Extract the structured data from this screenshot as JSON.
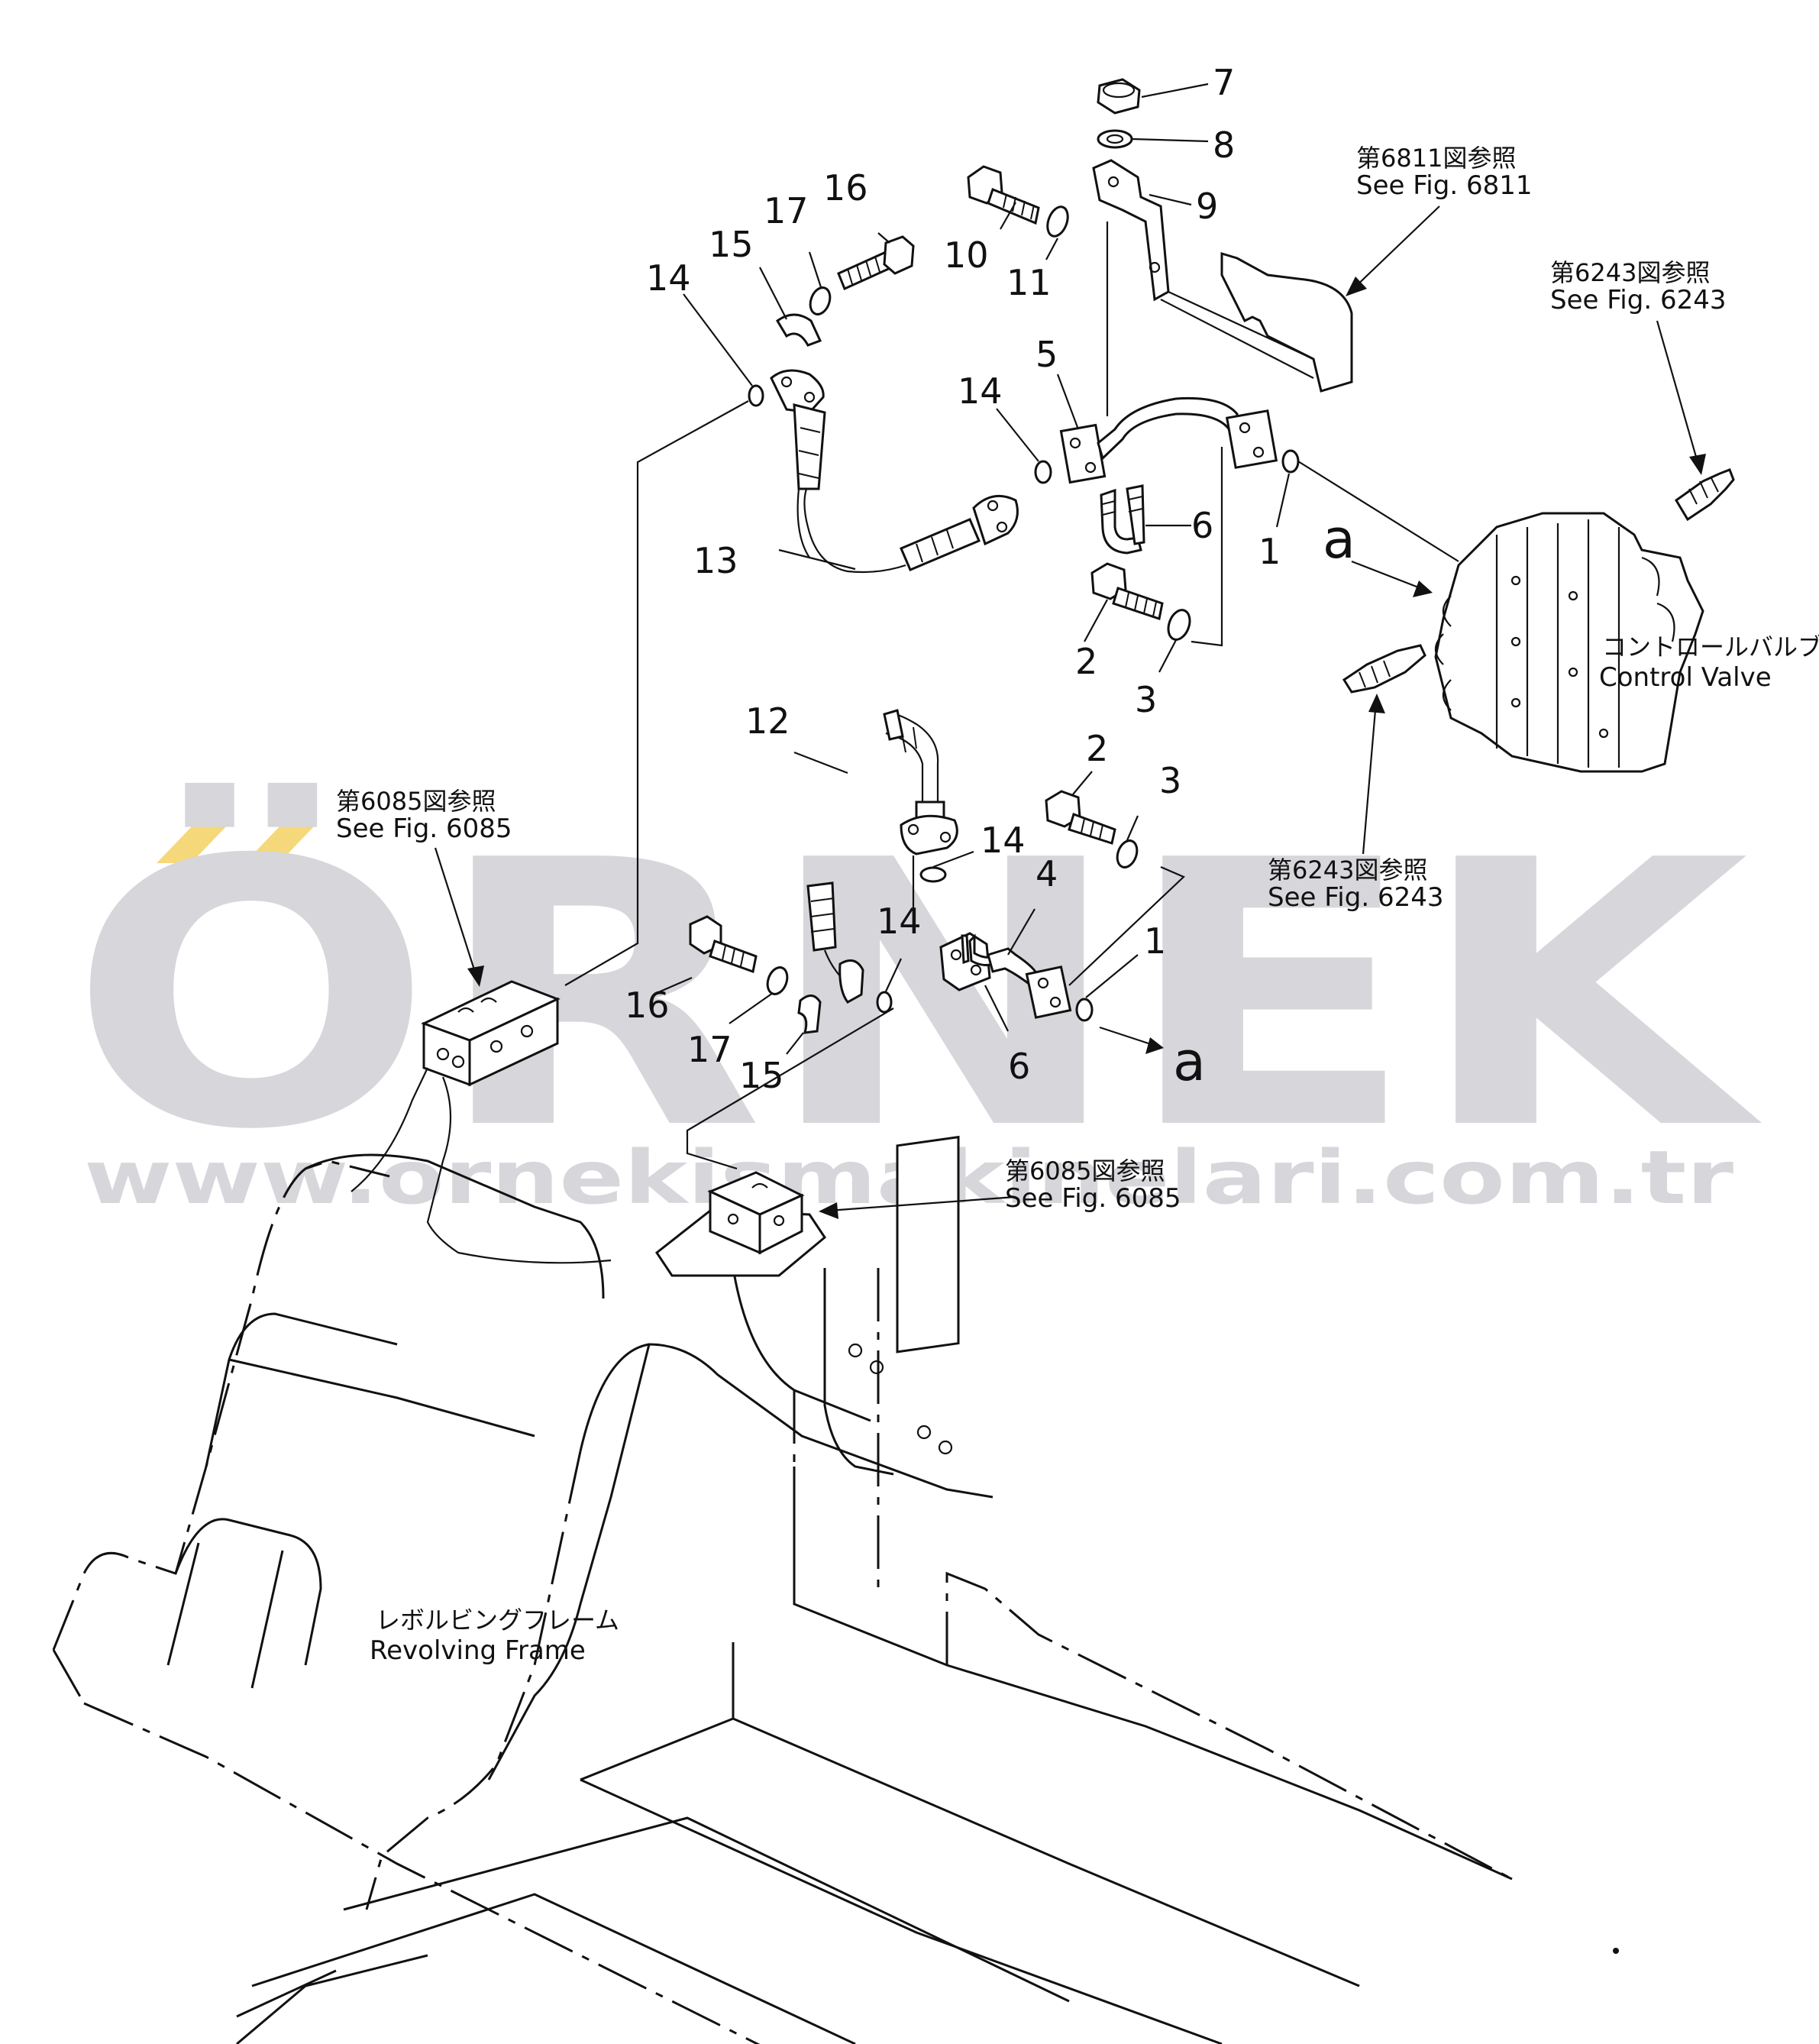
{
  "watermark": {
    "brand": "ÖRNEK",
    "url": "www.ornekismakinelari.com.tr",
    "accent_color": "#f5d87a",
    "text_color": "#d6d6db"
  },
  "part_numbers": [
    "1",
    "2",
    "3",
    "4",
    "5",
    "6",
    "7",
    "8",
    "9",
    "10",
    "11",
    "12",
    "13",
    "14",
    "15",
    "16",
    "17"
  ],
  "callouts": {
    "n7": "7",
    "n8": "8",
    "n9": "9",
    "n10": "10",
    "n11": "11",
    "n16a": "16",
    "n17a": "17",
    "n15a": "15",
    "n14a": "14",
    "n5": "5",
    "n14b": "14",
    "n6a": "6",
    "n1a": "1",
    "n13": "13",
    "n2a": "2",
    "n3a": "3",
    "n12": "12",
    "n2b": "2",
    "n3b": "3",
    "n14c": "14",
    "n4": "4",
    "n14d": "14",
    "n1b": "1",
    "n16b": "16",
    "n17b": "17",
    "n15b": "15",
    "n6b": "6"
  },
  "letters": {
    "a_top": "a",
    "a_bottom": "a"
  },
  "references": {
    "fig6811_jp": "第6811図参照",
    "fig6811_en": "See  Fig. 6811",
    "fig6243a_jp": "第6243図参照",
    "fig6243a_en": "See  Fig.  6243",
    "fig6243b_jp": "第6243図参照",
    "fig6243b_en": "See   Fig.   6243",
    "fig6085a_jp": "第6085図参照",
    "fig6085a_en": "See   Fig.   6085",
    "fig6085b_jp": "第6085図参照",
    "fig6085b_en": "See   Fig.  6085"
  },
  "labels": {
    "control_valve_jp": "コントロールバルブ",
    "control_valve_en": "Control   Valve",
    "revolving_frame_jp": "レボルビングフレーム",
    "revolving_frame_en": "Revolving   Frame"
  }
}
